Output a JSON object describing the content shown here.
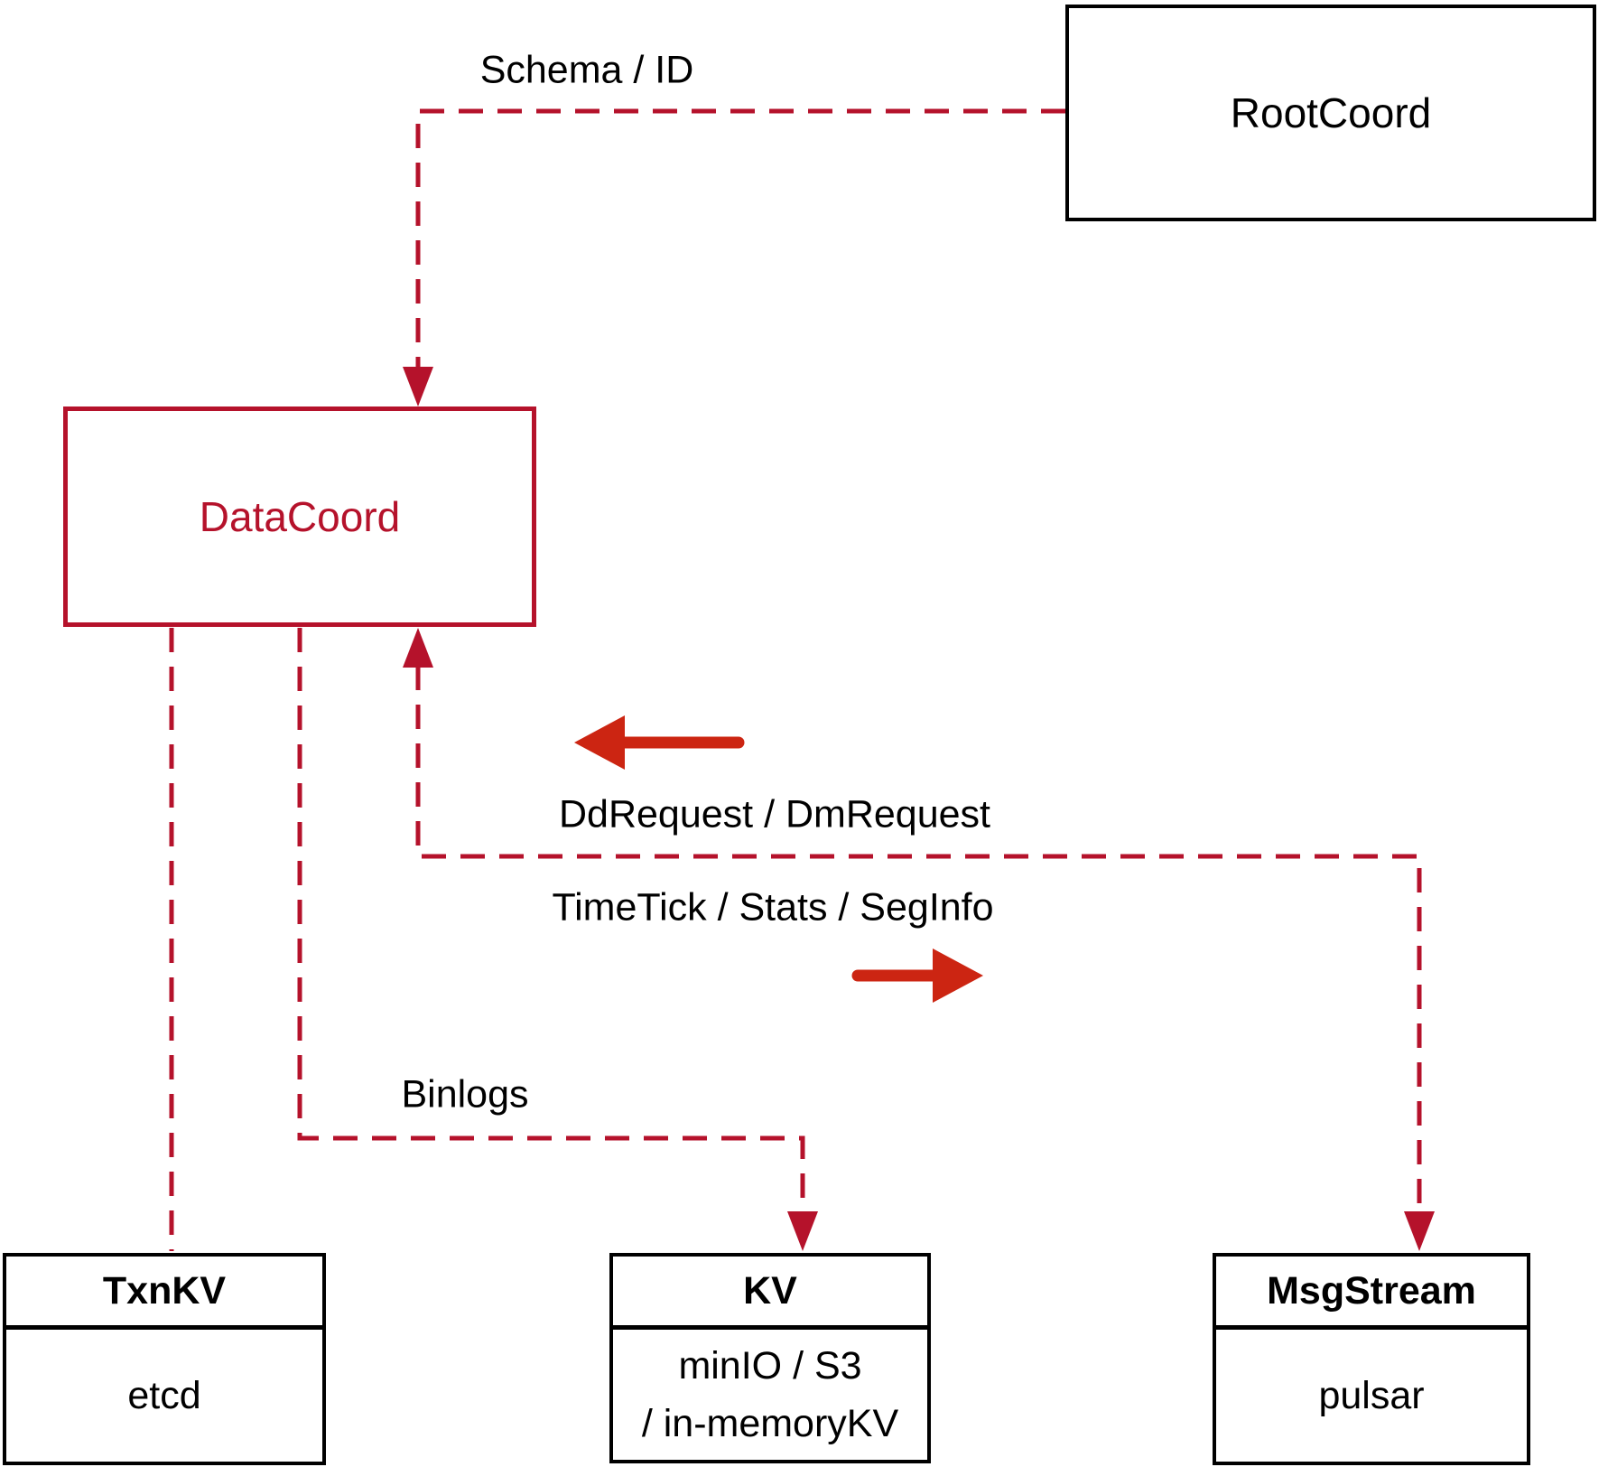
{
  "diagram": {
    "colors": {
      "crimson": "#b5122b",
      "vermillion": "#cc2512",
      "black": "#000000",
      "background": "#ffffff"
    },
    "nodes": {
      "rootcoord": {
        "label": "RootCoord"
      },
      "datacoord": {
        "label": "DataCoord"
      },
      "txnkv": {
        "title": "TxnKV",
        "impl": "etcd"
      },
      "kv": {
        "title": "KV",
        "impl_line1": "minIO / S3",
        "impl_line2": "/ in-memoryKV"
      },
      "msgstream": {
        "title": "MsgStream",
        "impl": "pulsar"
      }
    },
    "edges": {
      "schema_id": "Schema / ID",
      "dd_dm": "DdRequest / DmRequest",
      "timetick": "TimeTick / Stats / SegInfo",
      "binlogs": "Binlogs"
    }
  }
}
